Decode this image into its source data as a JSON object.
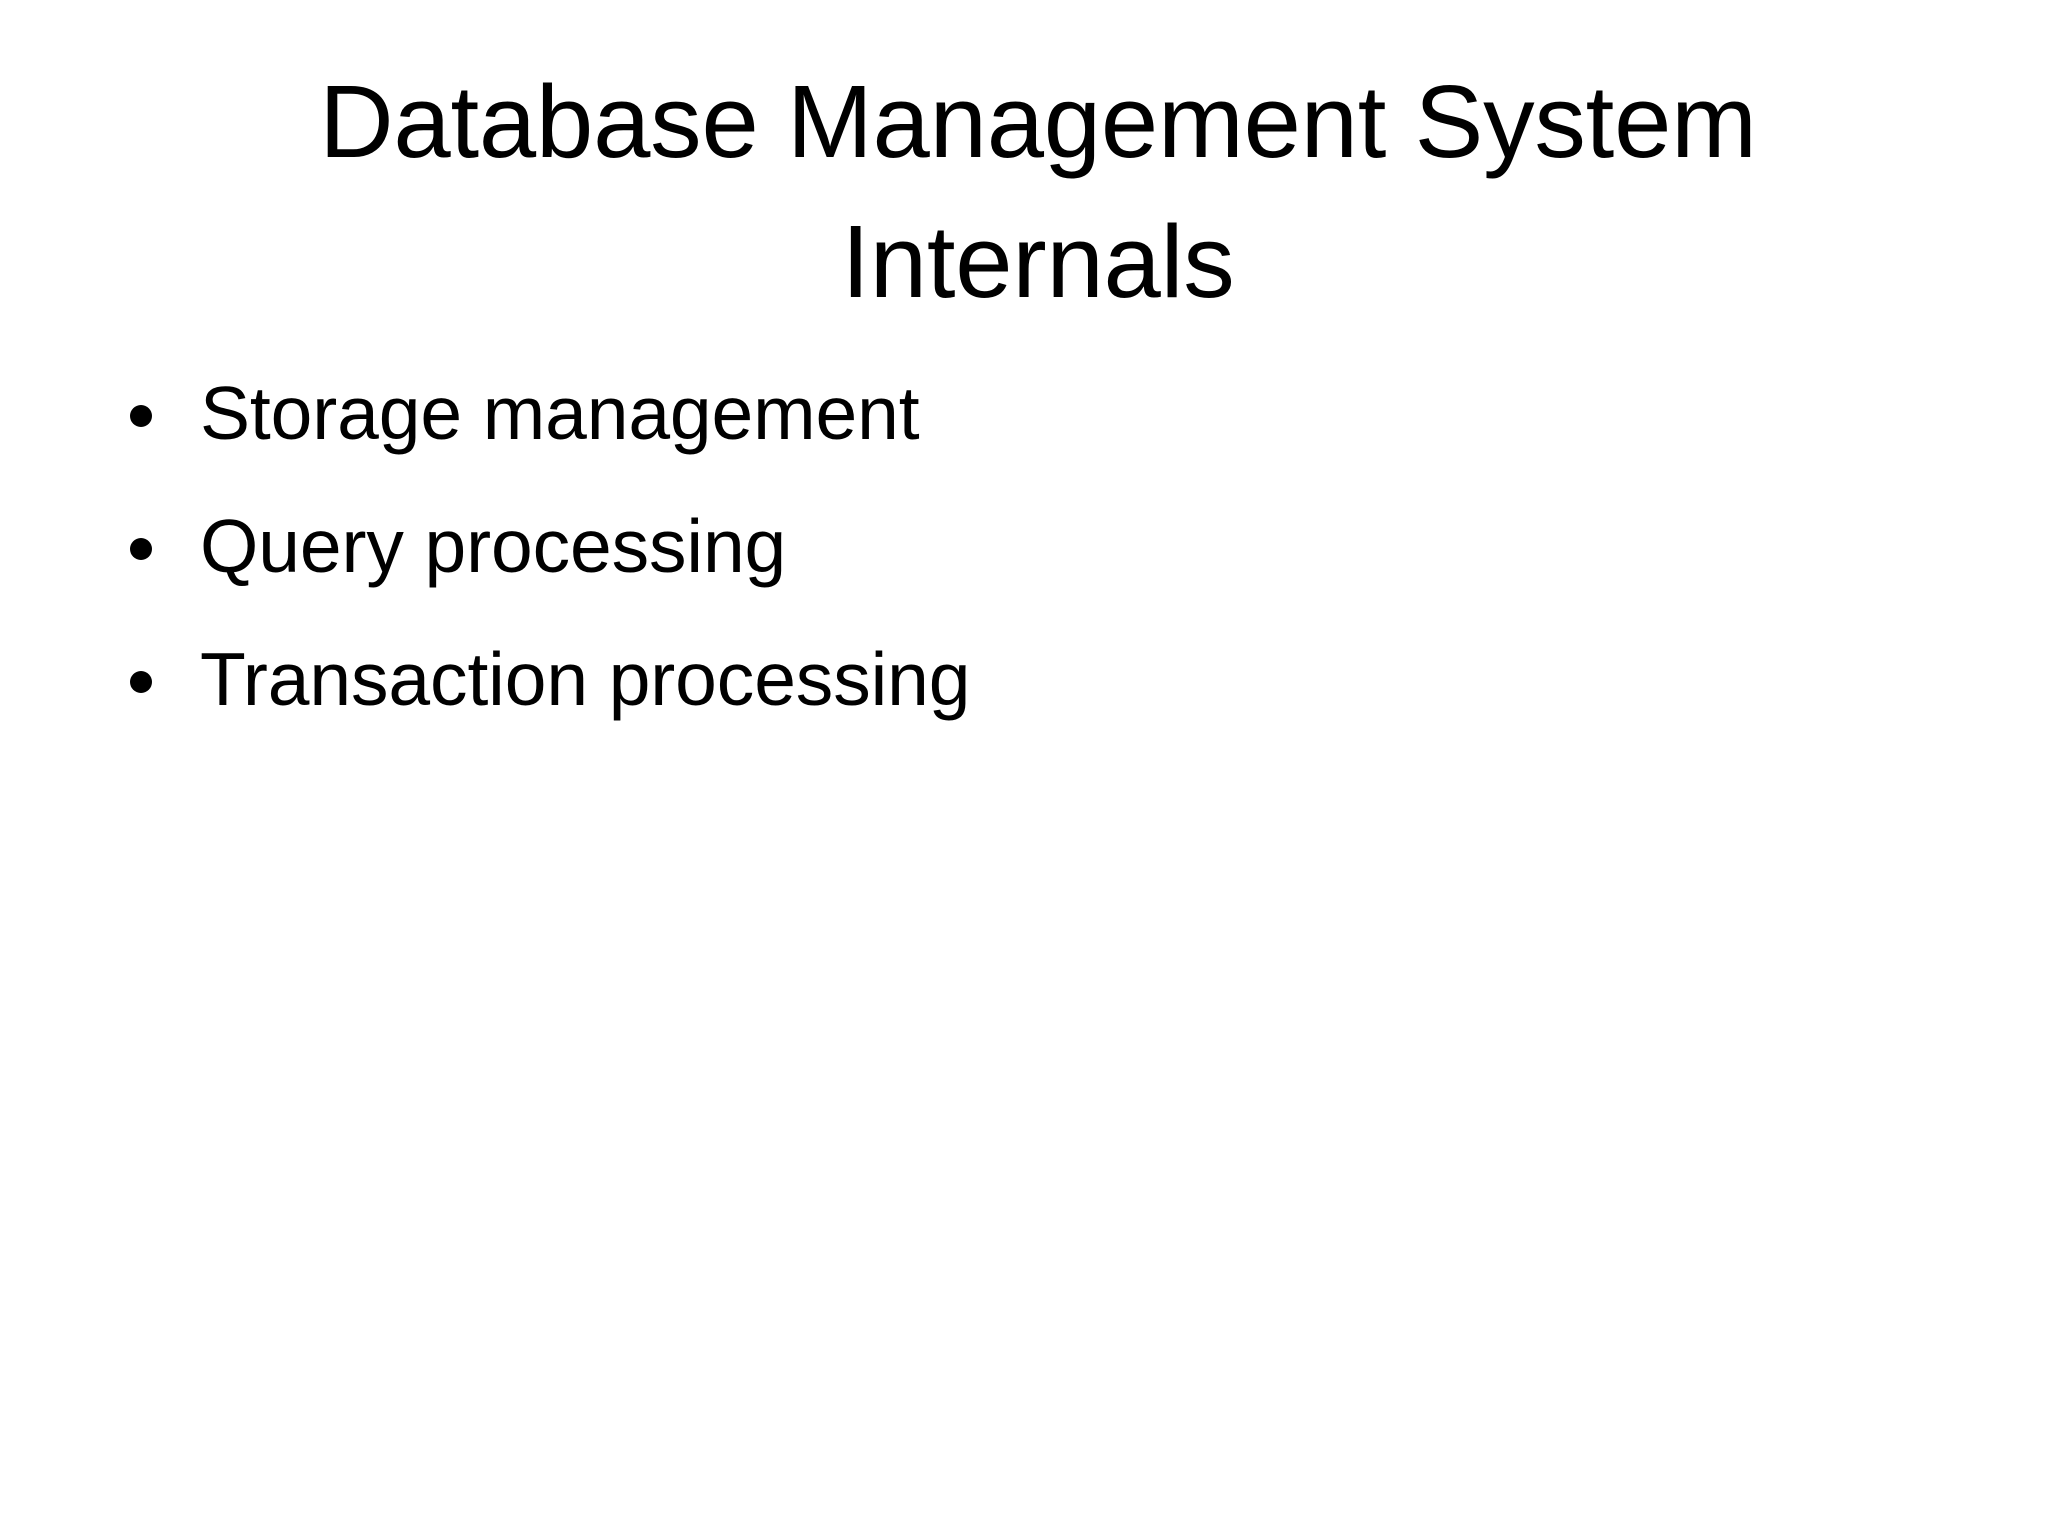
{
  "slide": {
    "background_color": "#ffffff",
    "text_color": "#000000",
    "title": {
      "text": "Database Management System Internals",
      "line1": "Database Management System",
      "line2": "Internals",
      "alignment": "center"
    },
    "bullets": {
      "marker_glyph": "•",
      "items": [
        {
          "label": "Storage management"
        },
        {
          "label": "Query processing"
        },
        {
          "label": "Transaction processing"
        }
      ]
    }
  }
}
